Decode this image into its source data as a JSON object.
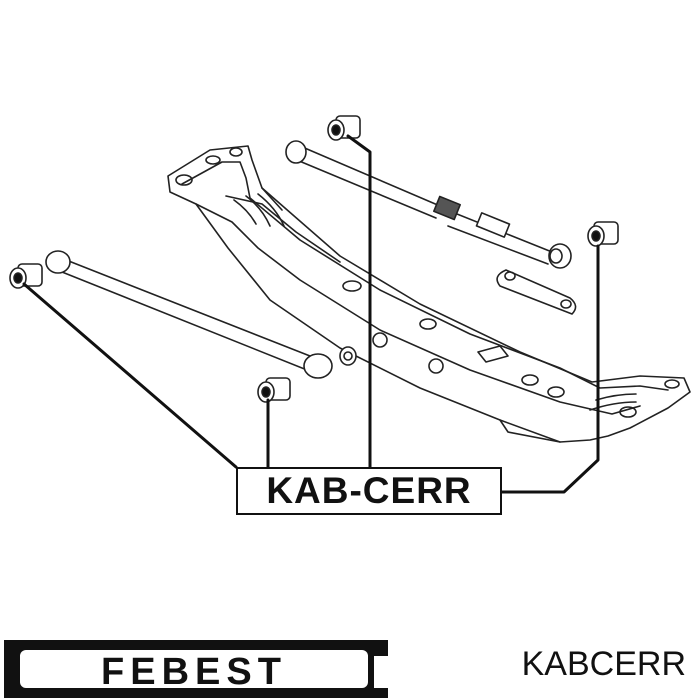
{
  "diagram": {
    "label": "KAB-CERR"
  },
  "brand": {
    "name": "FEBEST"
  },
  "part_number": "KABCERR",
  "colors": {
    "ink": "#111111",
    "background": "#ffffff"
  }
}
